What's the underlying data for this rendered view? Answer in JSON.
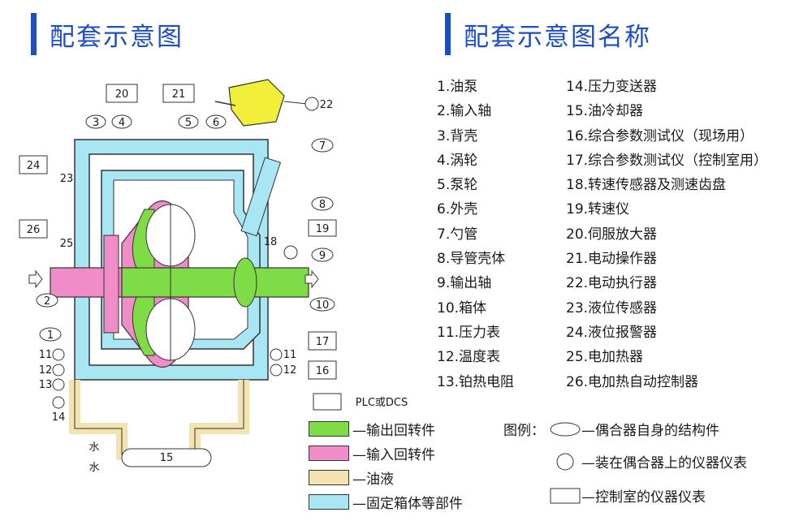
{
  "headers": {
    "left_title": "配套示意图",
    "right_title": "配套示意图名称"
  },
  "colors": {
    "output": "#7fdc46",
    "input": "#f08cc8",
    "oil": "#f3e3b0",
    "fixed": "#a9e6f3",
    "accent": "#1f4fbf",
    "probe": "#f2ef3a"
  },
  "diagram": {
    "numbers": [
      "1",
      "2",
      "3",
      "4",
      "5",
      "6",
      "7",
      "8",
      "9",
      "10",
      "11",
      "12",
      "13",
      "14",
      "11",
      "12",
      "15",
      "16",
      "17",
      "18",
      "19",
      "20",
      "21",
      "22",
      "23",
      "24",
      "25",
      "26"
    ],
    "plc_label": "PLC或DCS",
    "water_label": "水"
  },
  "names": [
    "1.油泵",
    "2.输入轴",
    "3.背壳",
    "4.涡轮",
    "5.泵轮",
    "6.外壳",
    "7.勺管",
    "8.导管壳体",
    "9.输出轴",
    "10.箱体",
    "11.压力表",
    "12.温度表",
    "13.铂热电阻",
    "14.压力变送器",
    "15.油冷却器",
    "16.综合参数测试仪（现场用）",
    "17.综合参数测试仪（控制室用）",
    "18.转速传感器及测速齿盘",
    "19.转速仪",
    "20.伺服放大器",
    "21.电动操作器",
    "22.电动执行器",
    "23.液位传感器",
    "24.液位报警器",
    "25.电加热器",
    "26.电加热自动控制器"
  ],
  "legend_colors": [
    {
      "label": "—输出回转件"
    },
    {
      "label": "—输入回转件"
    },
    {
      "label": "—油液"
    },
    {
      "label": "—固定箱体等部件"
    }
  ],
  "legend_symbols": {
    "heading": "图例：",
    "items": [
      {
        "label": "—偶合器自身的结构件"
      },
      {
        "label": "—装在偶合器上的仪器仪表"
      },
      {
        "label": "—控制室的仪器仪表"
      }
    ]
  }
}
